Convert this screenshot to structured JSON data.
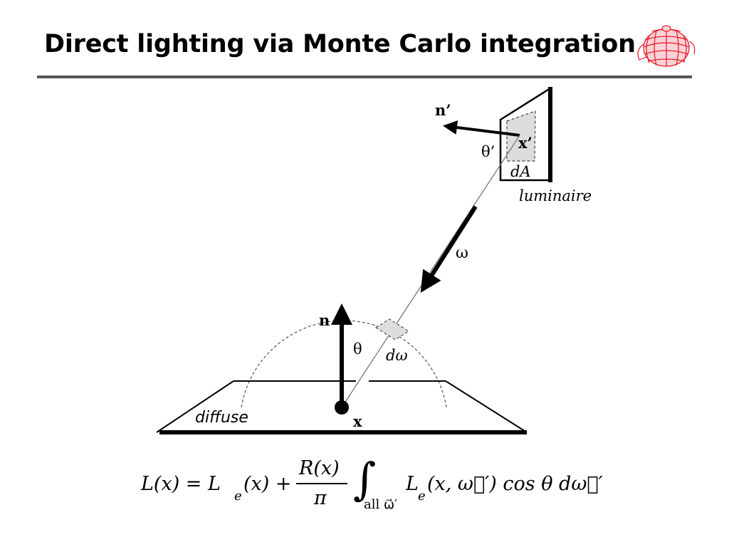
{
  "slide": {
    "title": "Direct lighting via Monte Carlo integration"
  },
  "logo": {
    "icon": "teapot-wireframe-icon",
    "color": "#e8192c"
  },
  "diagram": {
    "labels": {
      "normal_prime": "n’",
      "theta_prime": "θ’",
      "x_prime": "x’",
      "dA": "dA",
      "luminaire": "luminaire",
      "omega": "ω",
      "normal": "n",
      "theta": "θ",
      "d_omega": "dω",
      "diffuse": "diffuse",
      "point_x": "x"
    },
    "colors": {
      "patch_fill": "#dddddd",
      "line": "#000000",
      "ray": "#777777"
    }
  },
  "formula": {
    "lhs": "L(x) = L",
    "lhs_sub": "e",
    "lhs_arg": "(x) +",
    "numerator": "R(x)",
    "denominator": "π",
    "integral_sign": "∫",
    "integral_sub": "all ω⃗′",
    "integrand": "L",
    "integrand_sub": "e",
    "integrand_rest": "(x, ω⃗′) cos θ dω⃗′"
  }
}
